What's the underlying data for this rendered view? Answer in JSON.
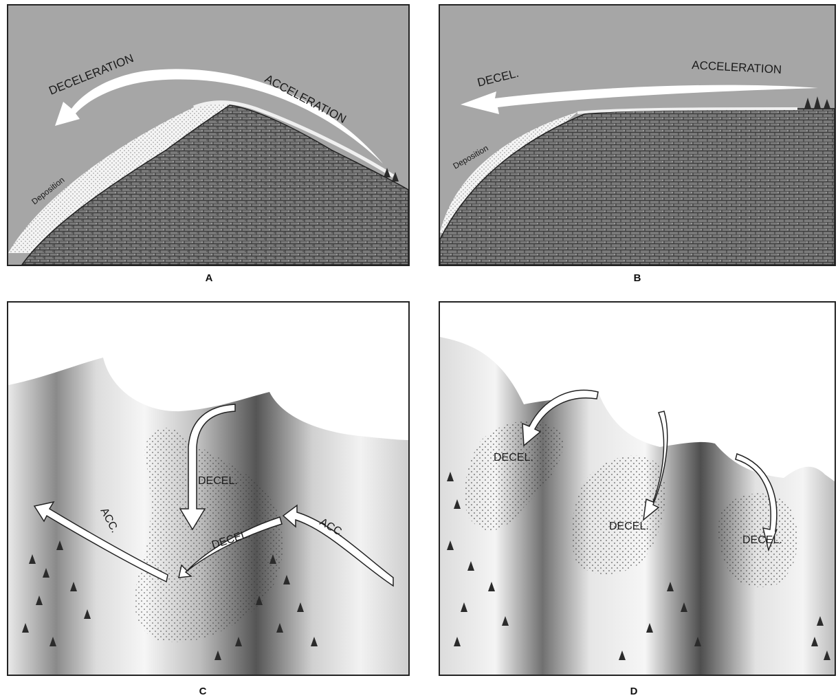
{
  "panels": [
    {
      "id": "A",
      "caption": "A",
      "labels": {
        "deceleration": "DECELERATION",
        "acceleration": "ACCELERATION",
        "deposition": "Deposition"
      }
    },
    {
      "id": "B",
      "caption": "B",
      "labels": {
        "deceleration": "DECEL.",
        "acceleration": "ACCELERATION",
        "deposition": "Deposition"
      }
    },
    {
      "id": "C",
      "caption": "C",
      "labels": {
        "decel_top": "DECEL.",
        "decel_mid": "DECEL.",
        "acc_left": "ACC.",
        "acc_right": "ACC."
      }
    },
    {
      "id": "D",
      "caption": "D",
      "labels": {
        "decel_1": "DECEL.",
        "decel_2": "DECEL.",
        "decel_3": "DECEL."
      }
    }
  ],
  "colors": {
    "sky": "#a6a6a6",
    "rock": "#6f6f6f",
    "snow_light": "#f2f2f2",
    "snow_shadow": "#4d4d4d",
    "tree": "#2b2b2b"
  }
}
